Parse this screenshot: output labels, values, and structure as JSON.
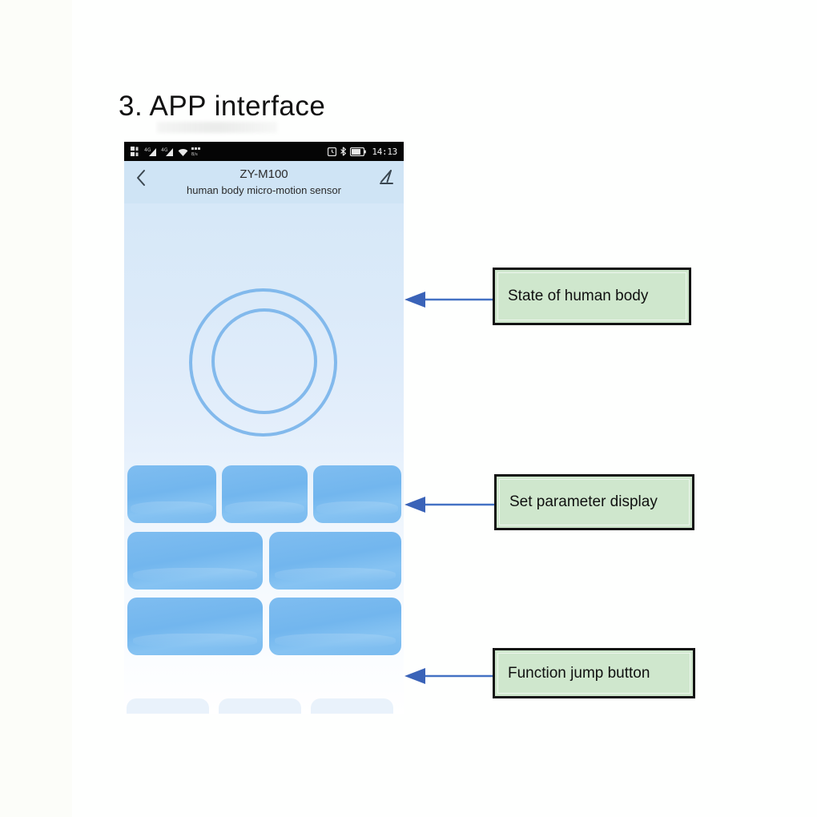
{
  "page": {
    "title": "3. APP interface",
    "background": "#ffffff"
  },
  "phone": {
    "status_bar": {
      "time": "14:13",
      "left_icons": [
        "dual-sim-icon",
        "signal-bars-icon",
        "signal-bars-icon",
        "wifi-icon",
        "data-usage-icon"
      ],
      "right_icons": [
        "alarm-icon",
        "bluetooth-icon",
        "battery-icon"
      ],
      "background": "#050505"
    },
    "header": {
      "back_icon": "chevron-left-icon",
      "title": "ZY-M100",
      "subtitle": "human body micro-motion sensor",
      "edit_icon": "pencil-edit-icon",
      "background": "#cfe4f5"
    },
    "state_indicator": {
      "name": "human-body-state-ring",
      "ring_color": "#7ab4ea"
    },
    "parameter_tiles": [
      {
        "id": "tile-1",
        "label": ""
      },
      {
        "id": "tile-2",
        "label": ""
      },
      {
        "id": "tile-3",
        "label": ""
      },
      {
        "id": "tile-4",
        "label": ""
      },
      {
        "id": "tile-5",
        "label": ""
      },
      {
        "id": "tile-6",
        "label": ""
      },
      {
        "id": "tile-7",
        "label": ""
      }
    ],
    "tile_color": "#7cbaf0",
    "nav_buttons": [
      {
        "id": "nav-record",
        "icon": "document-list-icon",
        "label": ""
      },
      {
        "id": "nav-network",
        "icon": "network-nodes-icon",
        "label": ""
      },
      {
        "id": "nav-settings",
        "icon": "gear-icon",
        "label": ""
      }
    ],
    "nav_icon_color": "#1a7ae8"
  },
  "annotations": [
    {
      "id": "annotation-state",
      "label": "State of human body"
    },
    {
      "id": "annotation-parameters",
      "label": "Set parameter display"
    },
    {
      "id": "annotation-function",
      "label": "Function jump button"
    }
  ],
  "colors": {
    "callout_fill": "#cfe7cd",
    "callout_border": "#131313",
    "arrow": "#4472c4"
  }
}
